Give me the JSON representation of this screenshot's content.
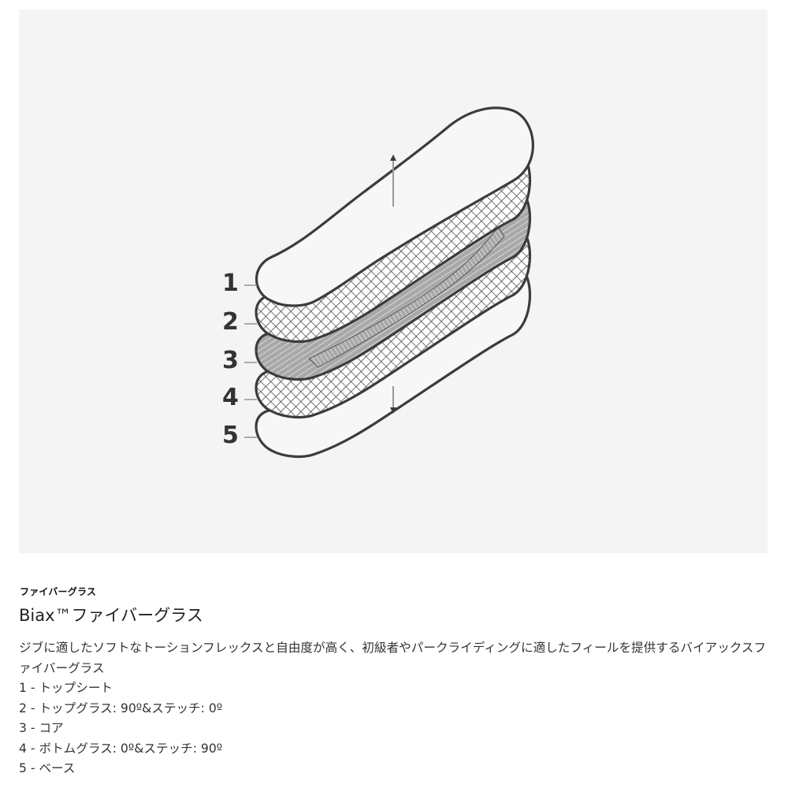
{
  "figure": {
    "layer_labels": [
      "1",
      "2",
      "3",
      "4",
      "5"
    ],
    "colors": {
      "panel_bg": "#f4f4f4",
      "outline": "#3c3c3c",
      "core_fill": "#a8a8a8",
      "arrow": "#9a9a9a"
    }
  },
  "content": {
    "eyebrow": "ファイバーグラス",
    "title": "Biax™ファイバーグラス",
    "description": "ジブに適したソフトなトーションフレックスと自由度が高く、初級者やパークライディングに適したフィールを提供するバイアックスファイバーグラス",
    "specs": [
      "1 - トップシート",
      "2 - トップグラス: 90º&ステッチ: 0º",
      "3 - コア",
      "4 - ボトムグラス: 0º&ステッチ: 90º",
      "5 - ベース"
    ]
  }
}
